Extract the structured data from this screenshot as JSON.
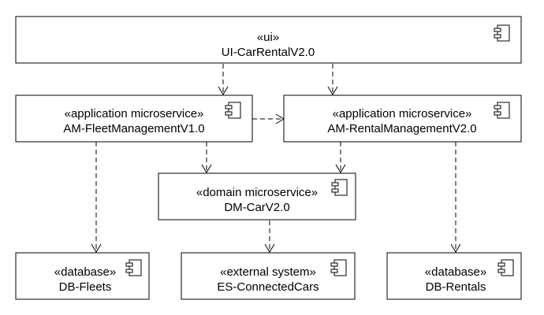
{
  "diagram": {
    "components": {
      "ui": {
        "stereotype": "«ui»",
        "name": "UI-CarRentalV2.0"
      },
      "fleet": {
        "stereotype": "«application microservice»",
        "name": "AM-FleetManagementV1.0"
      },
      "rental": {
        "stereotype": "«application microservice»",
        "name": "AM-RentalManagementV2.0"
      },
      "car": {
        "stereotype": "«domain microservice»",
        "name": "DM-CarV2.0"
      },
      "dbfleets": {
        "stereotype": "«database»",
        "name": "DB-Fleets"
      },
      "connected": {
        "stereotype": "«external system»",
        "name": "ES-ConnectedCars"
      },
      "dbrentals": {
        "stereotype": "«database»",
        "name": "DB-Rentals"
      }
    },
    "dependencies": [
      {
        "from": "UI-CarRentalV2.0",
        "to": "AM-FleetManagementV1.0"
      },
      {
        "from": "UI-CarRentalV2.0",
        "to": "AM-RentalManagementV2.0"
      },
      {
        "from": "AM-FleetManagementV1.0",
        "to": "AM-RentalManagementV2.0"
      },
      {
        "from": "AM-FleetManagementV1.0",
        "to": "DM-CarV2.0"
      },
      {
        "from": "AM-RentalManagementV2.0",
        "to": "DM-CarV2.0"
      },
      {
        "from": "AM-FleetManagementV1.0",
        "to": "DB-Fleets"
      },
      {
        "from": "DM-CarV2.0",
        "to": "ES-ConnectedCars"
      },
      {
        "from": "AM-RentalManagementV2.0",
        "to": "DB-Rentals"
      }
    ],
    "component_icon": "uml-component-icon"
  }
}
